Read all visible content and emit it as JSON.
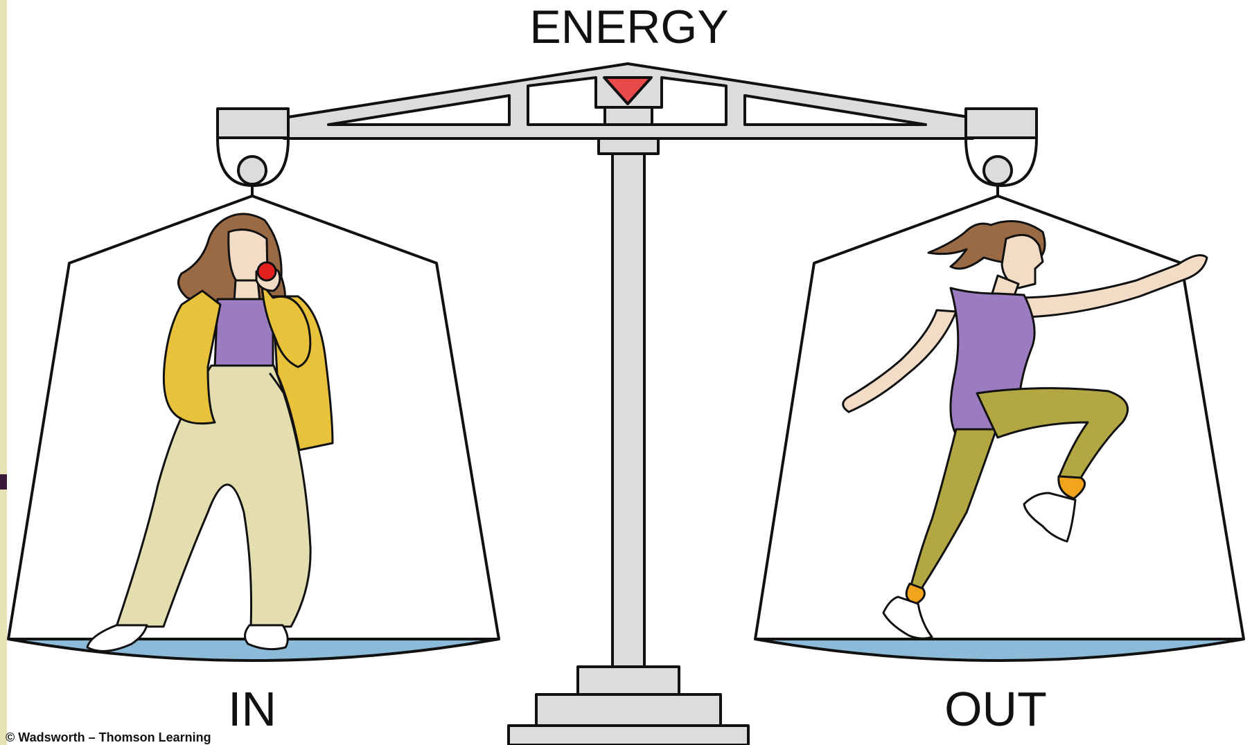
{
  "diagram": {
    "title": "ENERGY",
    "left_pan_label": "IN",
    "right_pan_label": "OUT",
    "credit": "© Wadsworth – Thomson Learning"
  },
  "colors": {
    "background": "#ffffff",
    "left_border_strip": "#e8e3b4",
    "left_border_accent": "#3a1a3a",
    "scale_metal": "#dcdcdc",
    "outline": "#111111",
    "pointer": "#e84a4a",
    "pan_bottom": "#8bbbd8",
    "skin": "#f3dcc6",
    "hair": "#9a6a45",
    "jacket": "#e8c23a",
    "top": "#9b7cc1",
    "pants": "#e3ddb0",
    "leggings": "#b2a742",
    "socks": "#f2a51c",
    "apple": "#e22020",
    "shoes": "#ffffff"
  },
  "figures": {
    "left": "woman-eating-apple",
    "right": "woman-exercising"
  }
}
